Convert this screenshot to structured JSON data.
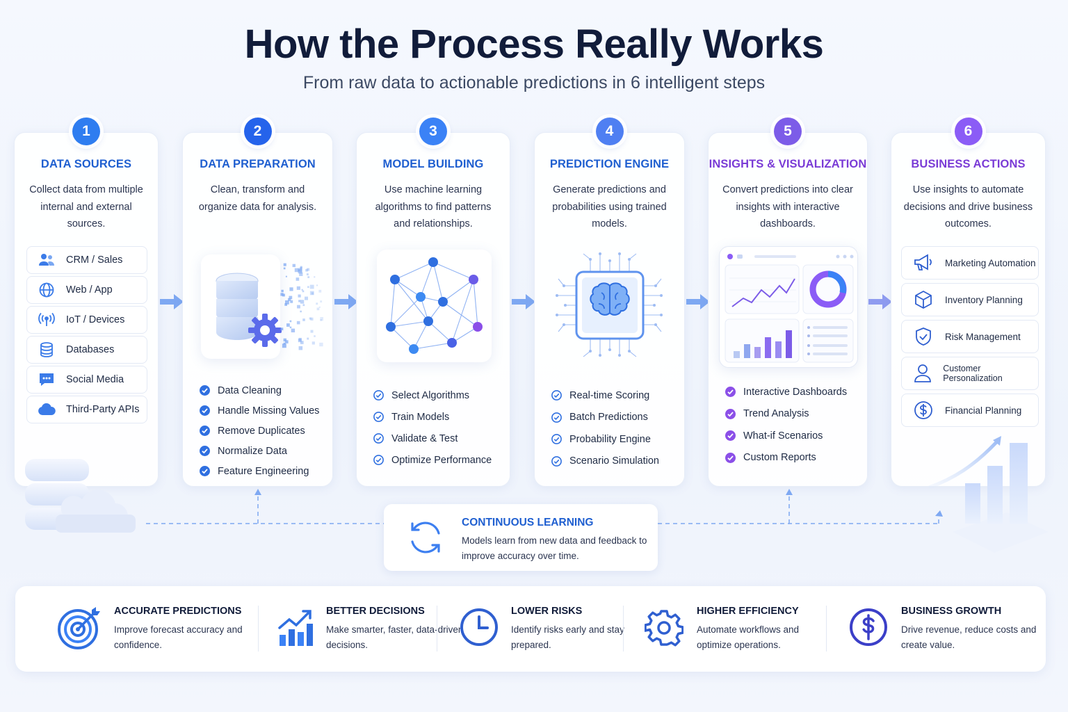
{
  "header": {
    "title": "How the Process Really Works",
    "subtitle": "From raw data to actionable predictions in 6 intelligent steps"
  },
  "steps": [
    {
      "number": "1",
      "title": "DATA SOURCES",
      "description": "Collect data from multiple internal and external sources.",
      "items": [
        "CRM / Sales",
        "Web / App",
        "IoT / Devices",
        "Databases",
        "Social Media",
        "Third-Party APIs"
      ]
    },
    {
      "number": "2",
      "title": "DATA PREPARATION",
      "description": "Clean, transform and organize data for analysis.",
      "items": [
        "Data Cleaning",
        "Handle Missing Values",
        "Remove Duplicates",
        "Normalize Data",
        "Feature Engineering"
      ]
    },
    {
      "number": "3",
      "title": "MODEL BUILDING",
      "description": "Use machine learning algorithms to find patterns and relationships.",
      "items": [
        "Select Algorithms",
        "Train Models",
        "Validate & Test",
        "Optimize Performance"
      ]
    },
    {
      "number": "4",
      "title": "PREDICTION ENGINE",
      "description": "Generate predictions and probabilities using trained models.",
      "items": [
        "Real-time Scoring",
        "Batch Predictions",
        "Probability Engine",
        "Scenario Simulation"
      ]
    },
    {
      "number": "5",
      "title": "INSIGHTS & VISUALIZATION",
      "description": "Convert predictions into clear insights with interactive dashboards.",
      "items": [
        "Interactive Dashboards",
        "Trend Analysis",
        "What-if Scenarios",
        "Custom Reports"
      ]
    },
    {
      "number": "6",
      "title": "BUSINESS ACTIONS",
      "description": "Use insights to automate decisions and drive business outcomes.",
      "items": [
        "Marketing Automation",
        "Inventory Planning",
        "Risk Management",
        "Customer Personalization",
        "Financial Planning"
      ]
    }
  ],
  "continuous_learning": {
    "title": "CONTINUOUS LEARNING",
    "description": "Models learn from new data and feedback to improve accuracy over time."
  },
  "benefits": [
    {
      "title": "ACCURATE PREDICTIONS",
      "description": "Improve forecast accuracy and confidence.",
      "icon": "target-icon"
    },
    {
      "title": "BETTER DECISIONS",
      "description": "Make smarter, faster, data-driven decisions.",
      "icon": "growth-chart-icon"
    },
    {
      "title": "LOWER RISKS",
      "description": "Identify risks early and stay prepared.",
      "icon": "clock-icon"
    },
    {
      "title": "HIGHER EFFICIENCY",
      "description": "Automate workflows and optimize operations.",
      "icon": "gear-icon"
    },
    {
      "title": "BUSINESS GROWTH",
      "description": "Drive revenue, reduce costs and create value.",
      "icon": "dollar-icon"
    }
  ],
  "colors": {
    "blue": "#1f5fd0",
    "purple": "#7a3bd6",
    "step_gradient": [
      "#2f7df0",
      "#2563eb",
      "#3b82f6",
      "#4f7ff2",
      "#7c5ce8",
      "#8b5cf6"
    ]
  }
}
